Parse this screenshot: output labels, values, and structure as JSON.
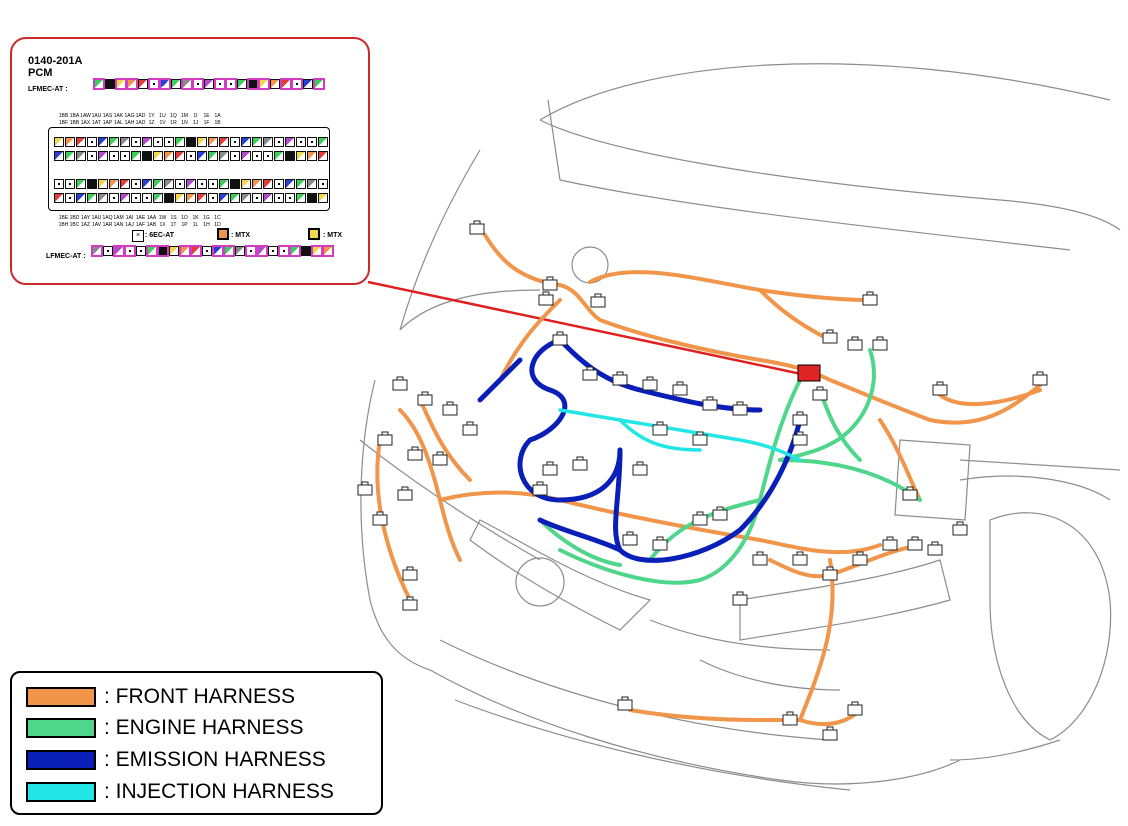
{
  "callout": {
    "code": "0140-201A",
    "name": "PCM",
    "top_variant": "LFMEC-AT :",
    "bottom_variant": "LFMEC-AT :",
    "sec_label": ": 6EC-AT",
    "mtx_label_1": ": MTX",
    "mtx_label_2": ": MTX",
    "top_pin_numbers": [
      "1BB",
      "1BA",
      "1AW",
      "1AU",
      "1AS",
      "1AK",
      "1AG",
      "1AD",
      "1Y",
      "1U",
      "1Q",
      "1M",
      "1I",
      "1E",
      "1A"
    ],
    "top_pin_numbers_2": [
      "1BF",
      "1BB",
      "1AX",
      "1AT",
      "1AP",
      "1AL",
      "1AH",
      "1AD",
      "1Z",
      "1V",
      "1R",
      "1N",
      "1J",
      "1F",
      "1B"
    ],
    "bottom_pin_numbers": [
      "1BE",
      "1BD",
      "1AY",
      "1AU",
      "1AQ",
      "1AM",
      "1AI",
      "1AE",
      "1AA",
      "1W",
      "1S",
      "1O",
      "1K",
      "1G",
      "1C"
    ],
    "bottom_pin_numbers_2": [
      "1BH",
      "1BC",
      "1AZ",
      "1AV",
      "1AR",
      "1AN",
      "1AJ",
      "1AF",
      "1AB",
      "1X",
      "1T",
      "1P",
      "1L",
      "1H",
      "1D"
    ]
  },
  "legend": [
    {
      "label": ": FRONT HARNESS",
      "color": "#f0954a"
    },
    {
      "label": ": ENGINE HARNESS",
      "color": "#4fd68a"
    },
    {
      "label": ": EMISSION HARNESS",
      "color": "#0a1fb8"
    },
    {
      "label": ": INJECTION HARNESS",
      "color": "#22e6e6"
    }
  ],
  "colors": {
    "callout_border": "#cc2a2a",
    "leader_line": "#e02020",
    "pin_highlight": "#d23cc0",
    "car_outline": "#8c8c8c",
    "pcm_connector": "#e02525"
  },
  "icons": {
    "connector": "connector-plug-icon"
  }
}
